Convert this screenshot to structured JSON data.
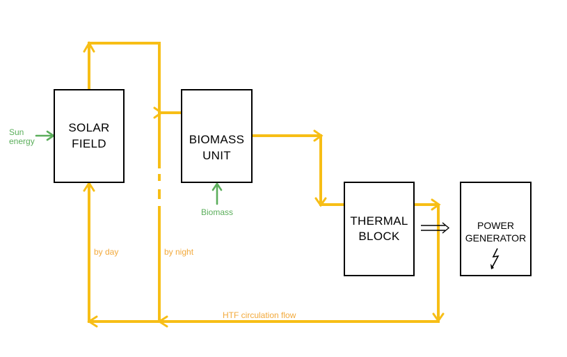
{
  "colors": {
    "flow": "#F7BE16",
    "input": "#5BAE5B",
    "box_border": "#000000",
    "label_flow": "#F2A93B"
  },
  "blocks": {
    "solar_field": {
      "line1": "SOLAR",
      "line2": "FIELD"
    },
    "biomass_unit": {
      "line1": "BIOMASS",
      "line2": "UNIT"
    },
    "thermal_block": {
      "line1": "THERMAL",
      "line2": "BLOCK"
    },
    "power_generator": {
      "line1": "POWER",
      "line2": "GENERATOR",
      "icon": "lightning-bolt-icon"
    }
  },
  "inputs": {
    "sun_line1": "Sun",
    "sun_line2": "energy",
    "biomass": "Biomass"
  },
  "flow_labels": {
    "by_day": "by day",
    "by_night": "by night",
    "htf": "HTF circulation flow"
  }
}
